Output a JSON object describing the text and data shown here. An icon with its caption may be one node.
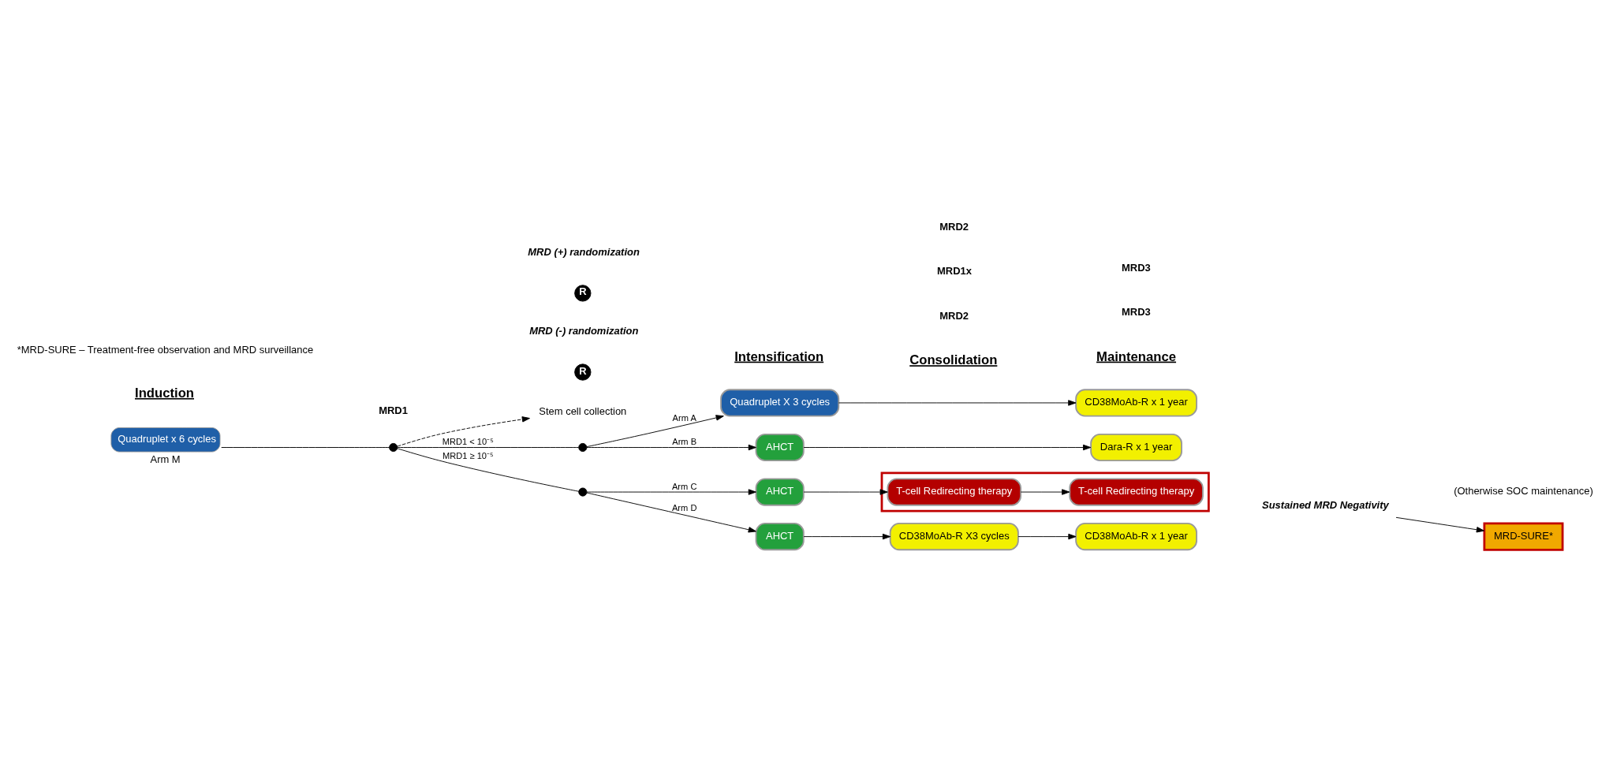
{
  "diagram": {
    "nodes": [
      {
        "text": [
          "Quadruplet x 6 cycles"
        ],
        "beside": [
          "Arm M"
        ]
      },
      {
        "text": [],
        "shape": "circle"
      },
      {
        "text": [
          "Stem cell collection"
        ]
      },
      {
        "text": [],
        "shape": "circle"
      },
      {
        "text": [],
        "shape": "circle"
      },
      {
        "text": [
          "Quadruplet X 3 cycles"
        ]
      },
      {
        "text": [
          "AHCT"
        ]
      },
      {
        "text": [
          "AHCT"
        ]
      },
      {
        "text": [
          "AHCT"
        ]
      },
      {
        "text": [],
        "shape": "box"
      },
      {
        "text": [
          "T-cell Redirecting therapy"
        ],
        "in": 9
      },
      {
        "text": [
          "T-cell Redirecting therapy"
        ],
        "in": 9
      },
      {
        "text": [
          "CD38MoAb-R X3 cycles"
        ]
      },
      {
        "text": [
          "CD38MoAb-R x 1 year"
        ]
      },
      {
        "text": [
          "Dara-R x 1 year"
        ]
      },
      {
        "text": [
          "CD38MoAb-R x 1 year"
        ]
      },
      {
        "text": [
          "Sustained MRD Negativity"
        ]
      },
      {
        "text": [
          "MRD-SURE*"
        ]
      }
    ],
    "edges": [
      {
        "from": 0,
        "to": 1,
        "arrow": "none"
      },
      {
        "from": 1,
        "to": 2,
        "arrow": "to",
        "style": "dashed"
      },
      {
        "from": 1,
        "to": 3,
        "arrow": "none",
        "label": "MRD1 < 10⁻⁵"
      },
      {
        "from": 1,
        "to": 4,
        "arrow": "none",
        "label": "MRD1 ≥ 10⁻⁵"
      },
      {
        "from": 3,
        "to": 5,
        "arrow": "to",
        "label": "Arm A"
      },
      {
        "from": 3,
        "to": 6,
        "arrow": "to",
        "label": "Arm B"
      },
      {
        "from": 4,
        "to": 7,
        "arrow": "to",
        "label": "Arm C"
      },
      {
        "from": 4,
        "to": 8,
        "arrow": "to",
        "label": "Arm D"
      },
      {
        "from": 5,
        "to": 13,
        "arrow": "to"
      },
      {
        "from": 6,
        "to": 14,
        "arrow": "to"
      },
      {
        "from": 7,
        "to": 10,
        "arrow": "to"
      },
      {
        "from": 10,
        "to": 11,
        "arrow": "to"
      },
      {
        "from": 8,
        "to": 12,
        "arrow": "to"
      },
      {
        "from": 12,
        "to": 15,
        "arrow": "to"
      },
      {
        "from": 16,
        "to": 17,
        "arrow": "to"
      }
    ],
    "labels": [
      "Induction",
      "Intensification",
      "Consolidation",
      "Maintenance",
      "R",
      "MRD (-) randomization",
      "MRD2",
      "MRD3",
      "MRD1",
      "R",
      "MRD (+) randomization",
      "MRD1x",
      "MRD2",
      "MRD3",
      "(Otherwise SOC maintenance)",
      "*MRD-SURE – Treatment-free observation and MRD surveillance"
    ]
  }
}
